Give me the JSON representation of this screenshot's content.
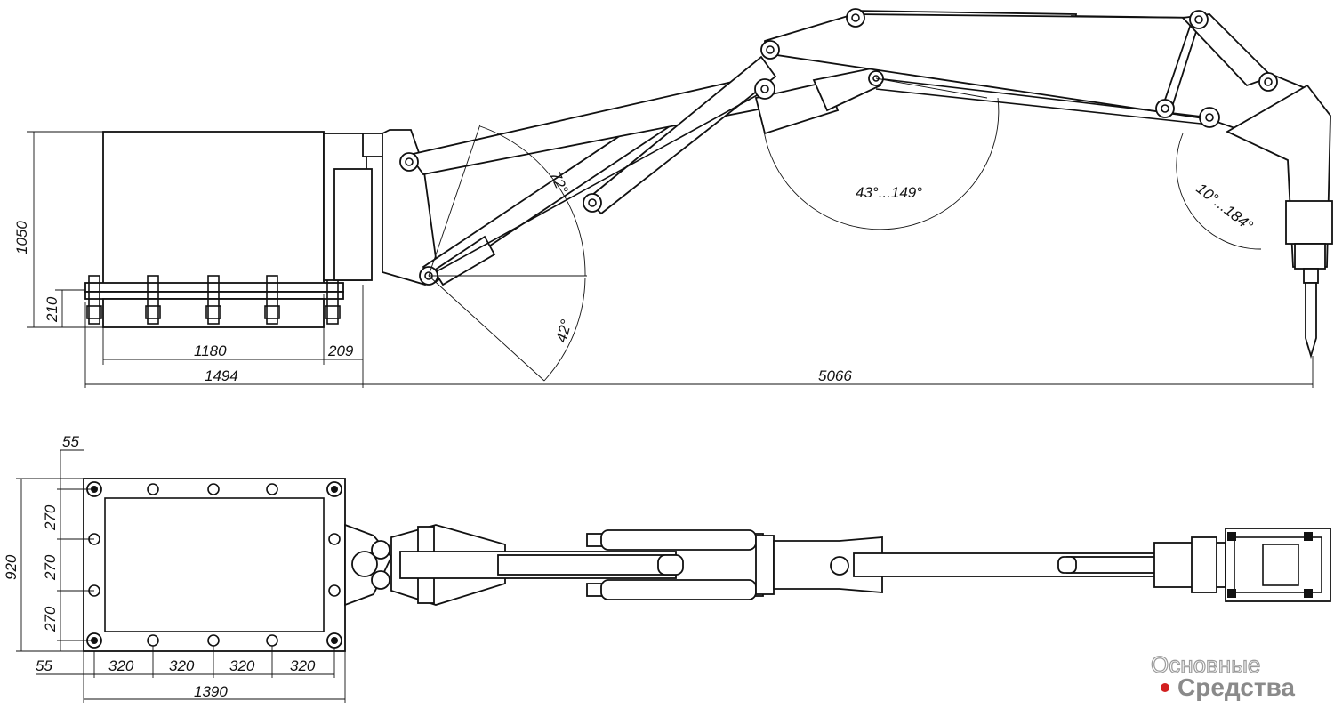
{
  "side_view": {
    "dims": {
      "height_total": "1050",
      "base_height": "210",
      "body_width": "1180",
      "flange_offset": "209",
      "base_length": "1494",
      "reach": "5066"
    },
    "angles": {
      "boom_up": "72°",
      "boom_down": "42°",
      "stick": "43°...149°",
      "tool": "10°...184°"
    }
  },
  "plan_view": {
    "dims": {
      "edge_top": "55",
      "height": "920",
      "spacing_1": "270",
      "spacing_2": "270",
      "spacing_3": "270",
      "edge_left": "55",
      "pitch_1": "320",
      "pitch_2": "320",
      "pitch_3": "320",
      "pitch_4": "320",
      "width": "1390"
    }
  },
  "watermark": {
    "line1": "Основные",
    "line2": "Средства"
  }
}
